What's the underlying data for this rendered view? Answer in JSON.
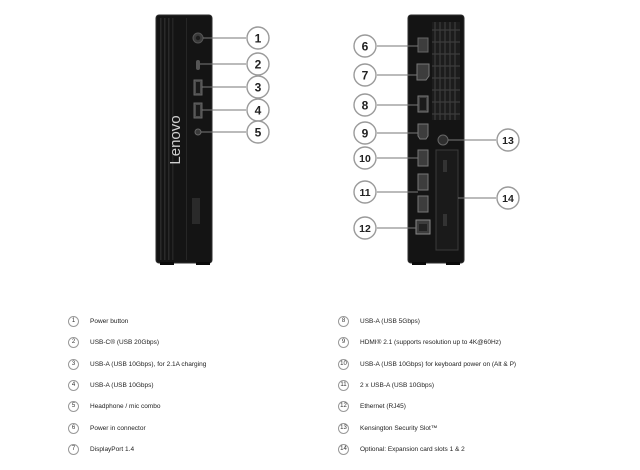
{
  "brand_text": "Lenovo",
  "callouts": [
    "1",
    "2",
    "3",
    "4",
    "5",
    "6",
    "7",
    "8",
    "9",
    "10",
    "11",
    "12",
    "13",
    "14"
  ],
  "legend": [
    {
      "num": "1",
      "label": "Power button"
    },
    {
      "num": "2",
      "label": "USB-C® (USB 20Gbps)"
    },
    {
      "num": "3",
      "label": "USB-A (USB 10Gbps), for 2.1A charging"
    },
    {
      "num": "4",
      "label": "USB-A (USB 10Gbps)"
    },
    {
      "num": "5",
      "label": "Headphone / mic combo"
    },
    {
      "num": "6",
      "label": "Power in connector"
    },
    {
      "num": "7",
      "label": "DisplayPort 1.4"
    },
    {
      "num": "8",
      "label": "USB-A (USB 5Gbps)"
    },
    {
      "num": "9",
      "label": "HDMI® 2.1 (supports resolution up to 4K@60Hz)"
    },
    {
      "num": "10",
      "label": "USB-A (USB 10Gbps) for keyboard power on (Alt & P)"
    },
    {
      "num": "11",
      "label": "2 x USB-A (USB 10Gbps)"
    },
    {
      "num": "12",
      "label": "Ethernet (RJ45)"
    },
    {
      "num": "13",
      "label": "Kensington Security Slot™"
    },
    {
      "num": "14",
      "label": "Optional: Expansion card slots 1 & 2"
    }
  ],
  "colors": {
    "device": "#141414",
    "device_edge": "#3a3a3a",
    "callout_border": "#9a9a9a",
    "leader": "#777777"
  }
}
